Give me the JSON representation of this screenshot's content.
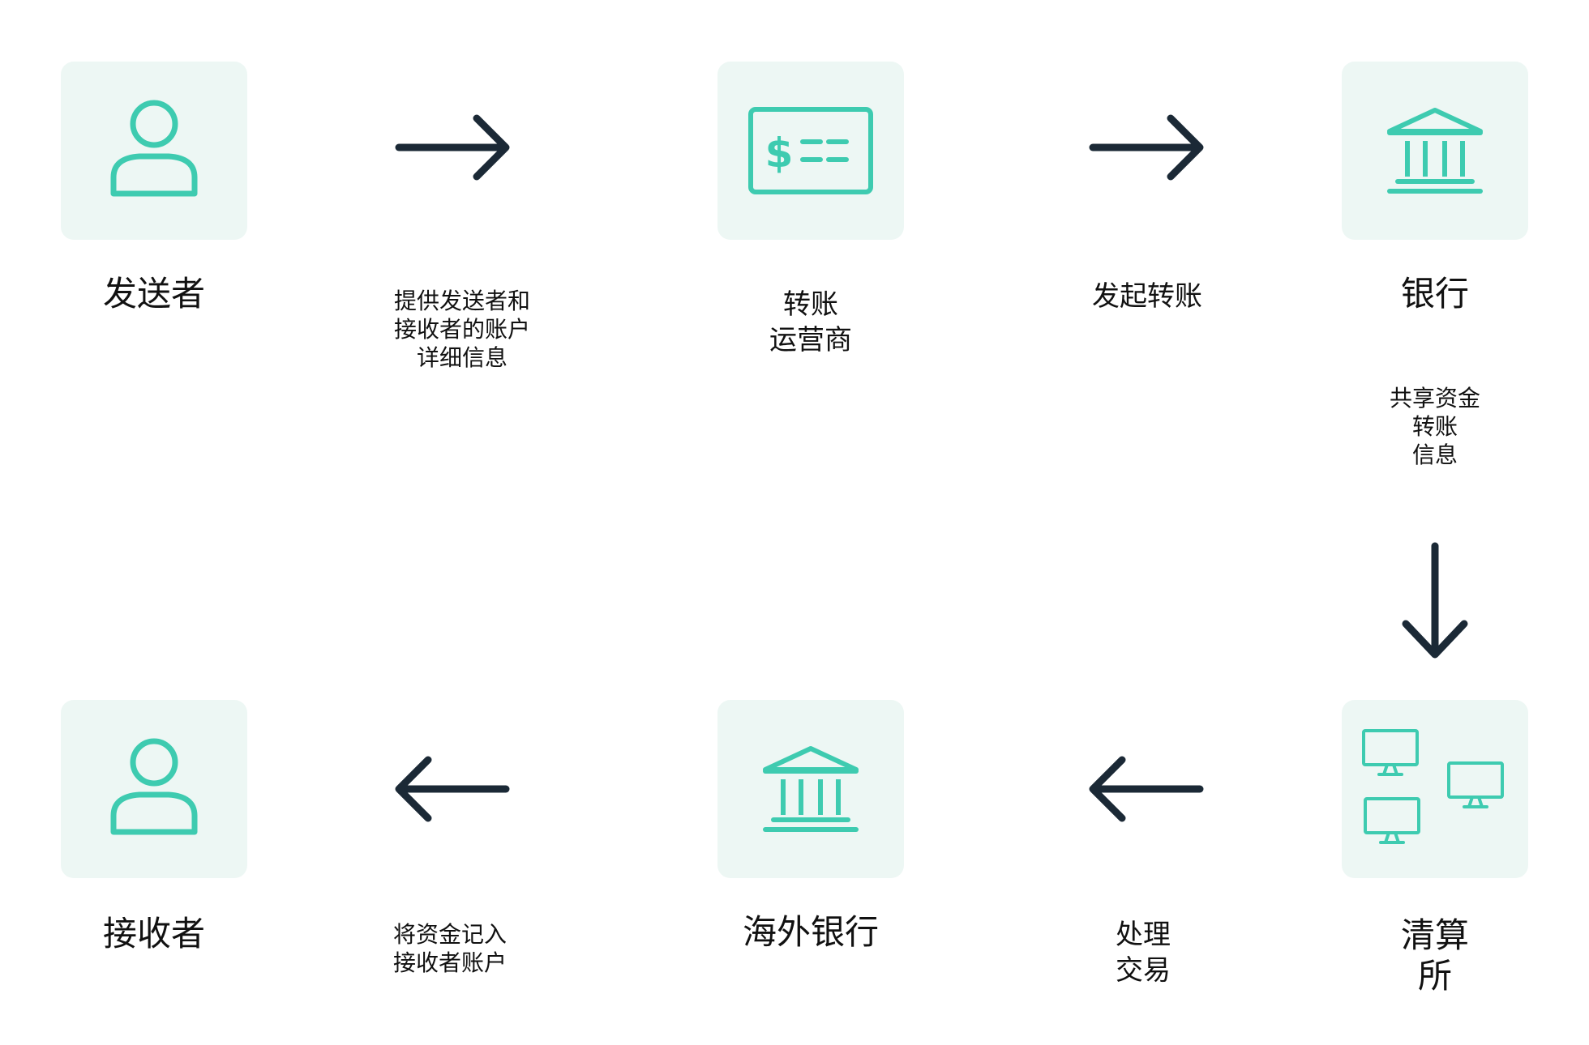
{
  "colors": {
    "accent": "#3ecbb0",
    "tile_bg": "#edf7f4",
    "arrow": "#1b2936",
    "text": "#111111"
  },
  "nodes": {
    "sender": {
      "label": [
        "发送者"
      ],
      "icon": "user-icon"
    },
    "operator": {
      "label": [
        "转账",
        "运营商"
      ],
      "icon": "dollar-bill-icon"
    },
    "bank": {
      "label": [
        "银行"
      ],
      "icon": "bank-icon"
    },
    "clearing": {
      "label": [
        "清算",
        "所"
      ],
      "icon": "computers-network-icon"
    },
    "overseas": {
      "label": [
        "海外银行"
      ],
      "icon": "bank-icon"
    },
    "receiver": {
      "label": [
        "接收者"
      ],
      "icon": "user-icon"
    }
  },
  "edges": [
    {
      "from": "sender",
      "to": "operator",
      "direction": "right",
      "label": [
        "提供发送者和",
        "接收者的账户",
        "详细信息"
      ]
    },
    {
      "from": "operator",
      "to": "bank",
      "direction": "right",
      "label": [
        "发起转账"
      ]
    },
    {
      "from": "bank",
      "to": "clearing",
      "direction": "down",
      "label": [
        "共享资金",
        "转账",
        "信息"
      ]
    },
    {
      "from": "clearing",
      "to": "overseas",
      "direction": "left",
      "label": [
        "处理",
        "交易"
      ]
    },
    {
      "from": "overseas",
      "to": "receiver",
      "direction": "left",
      "label": [
        "将资金记入",
        "接收者账户"
      ]
    }
  ]
}
